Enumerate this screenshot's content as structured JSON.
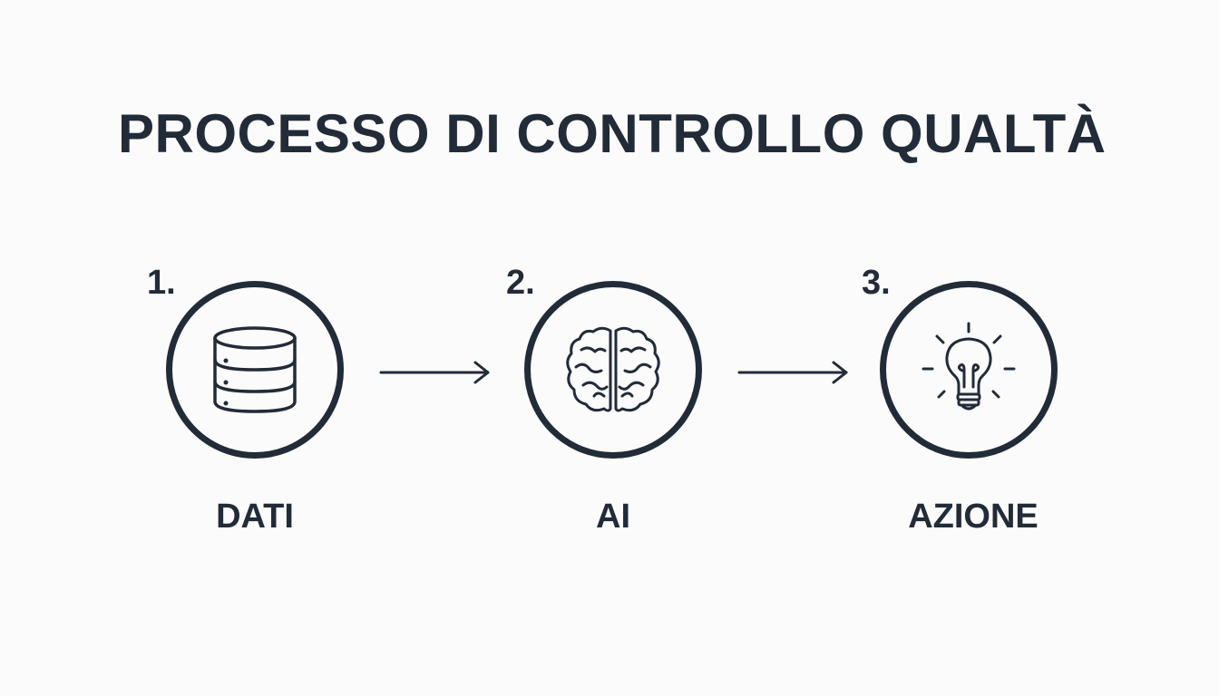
{
  "title": "PROCESSO DI CONTROLLO QUALTÀ",
  "steps": [
    {
      "number": "1.",
      "label": "DATI",
      "icon": "database-icon"
    },
    {
      "number": "2.",
      "label": "AI",
      "icon": "brain-icon"
    },
    {
      "number": "3.",
      "label": "AZIONE",
      "icon": "lightbulb-icon"
    }
  ],
  "colors": {
    "ink": "#222b38",
    "background": "#fbfbfc"
  }
}
